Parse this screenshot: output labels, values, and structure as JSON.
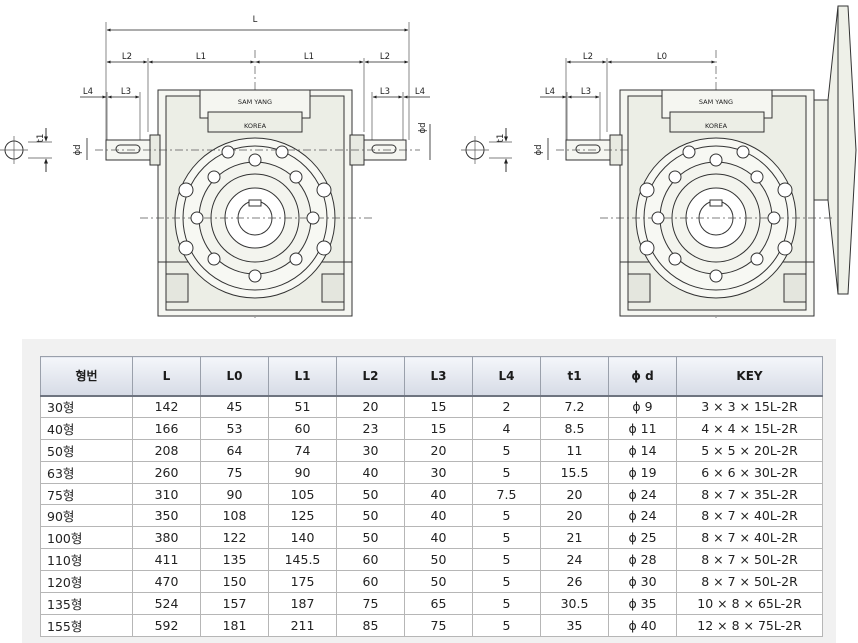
{
  "drawing": {
    "dim_labels": {
      "L": "L",
      "L0": "L0",
      "L1": "L1",
      "L2": "L2",
      "L3": "L3",
      "L4": "L4",
      "t1": "t1",
      "phi_d": "ϕd"
    },
    "brand_top": "SAM YANG",
    "brand_bottom": "KOREA"
  },
  "table": {
    "headers": [
      "형번",
      "L",
      "L0",
      "L1",
      "L2",
      "L3",
      "L4",
      "t1",
      "ϕ d",
      "KEY"
    ],
    "rows": [
      [
        "30형",
        "142",
        "45",
        "51",
        "20",
        "15",
        "2",
        "7.2",
        "ϕ 9",
        "3 × 3 × 15L-2R"
      ],
      [
        "40형",
        "166",
        "53",
        "60",
        "23",
        "15",
        "4",
        "8.5",
        "ϕ 11",
        "4 × 4 × 15L-2R"
      ],
      [
        "50형",
        "208",
        "64",
        "74",
        "30",
        "20",
        "5",
        "11",
        "ϕ 14",
        "5 × 5 × 20L-2R"
      ],
      [
        "63형",
        "260",
        "75",
        "90",
        "40",
        "30",
        "5",
        "15.5",
        "ϕ 19",
        "6 × 6 × 30L-2R"
      ],
      [
        "75형",
        "310",
        "90",
        "105",
        "50",
        "40",
        "7.5",
        "20",
        "ϕ 24",
        "8 × 7 × 35L-2R"
      ],
      [
        "90형",
        "350",
        "108",
        "125",
        "50",
        "40",
        "5",
        "20",
        "ϕ 24",
        "8 × 7 × 40L-2R"
      ],
      [
        "100형",
        "380",
        "122",
        "140",
        "50",
        "40",
        "5",
        "21",
        "ϕ 25",
        "8 × 7 × 40L-2R"
      ],
      [
        "110형",
        "411",
        "135",
        "145.5",
        "60",
        "50",
        "5",
        "24",
        "ϕ 28",
        "8 × 7 × 50L-2R"
      ],
      [
        "120형",
        "470",
        "150",
        "175",
        "60",
        "50",
        "5",
        "26",
        "ϕ 30",
        "8 × 7 × 50L-2R"
      ],
      [
        "135형",
        "524",
        "157",
        "187",
        "75",
        "65",
        "5",
        "30.5",
        "ϕ 35",
        "10 × 8 × 65L-2R"
      ],
      [
        "155형",
        "592",
        "181",
        "211",
        "85",
        "75",
        "5",
        "35",
        "ϕ 40",
        "12 × 8 × 75L-2R"
      ]
    ]
  }
}
